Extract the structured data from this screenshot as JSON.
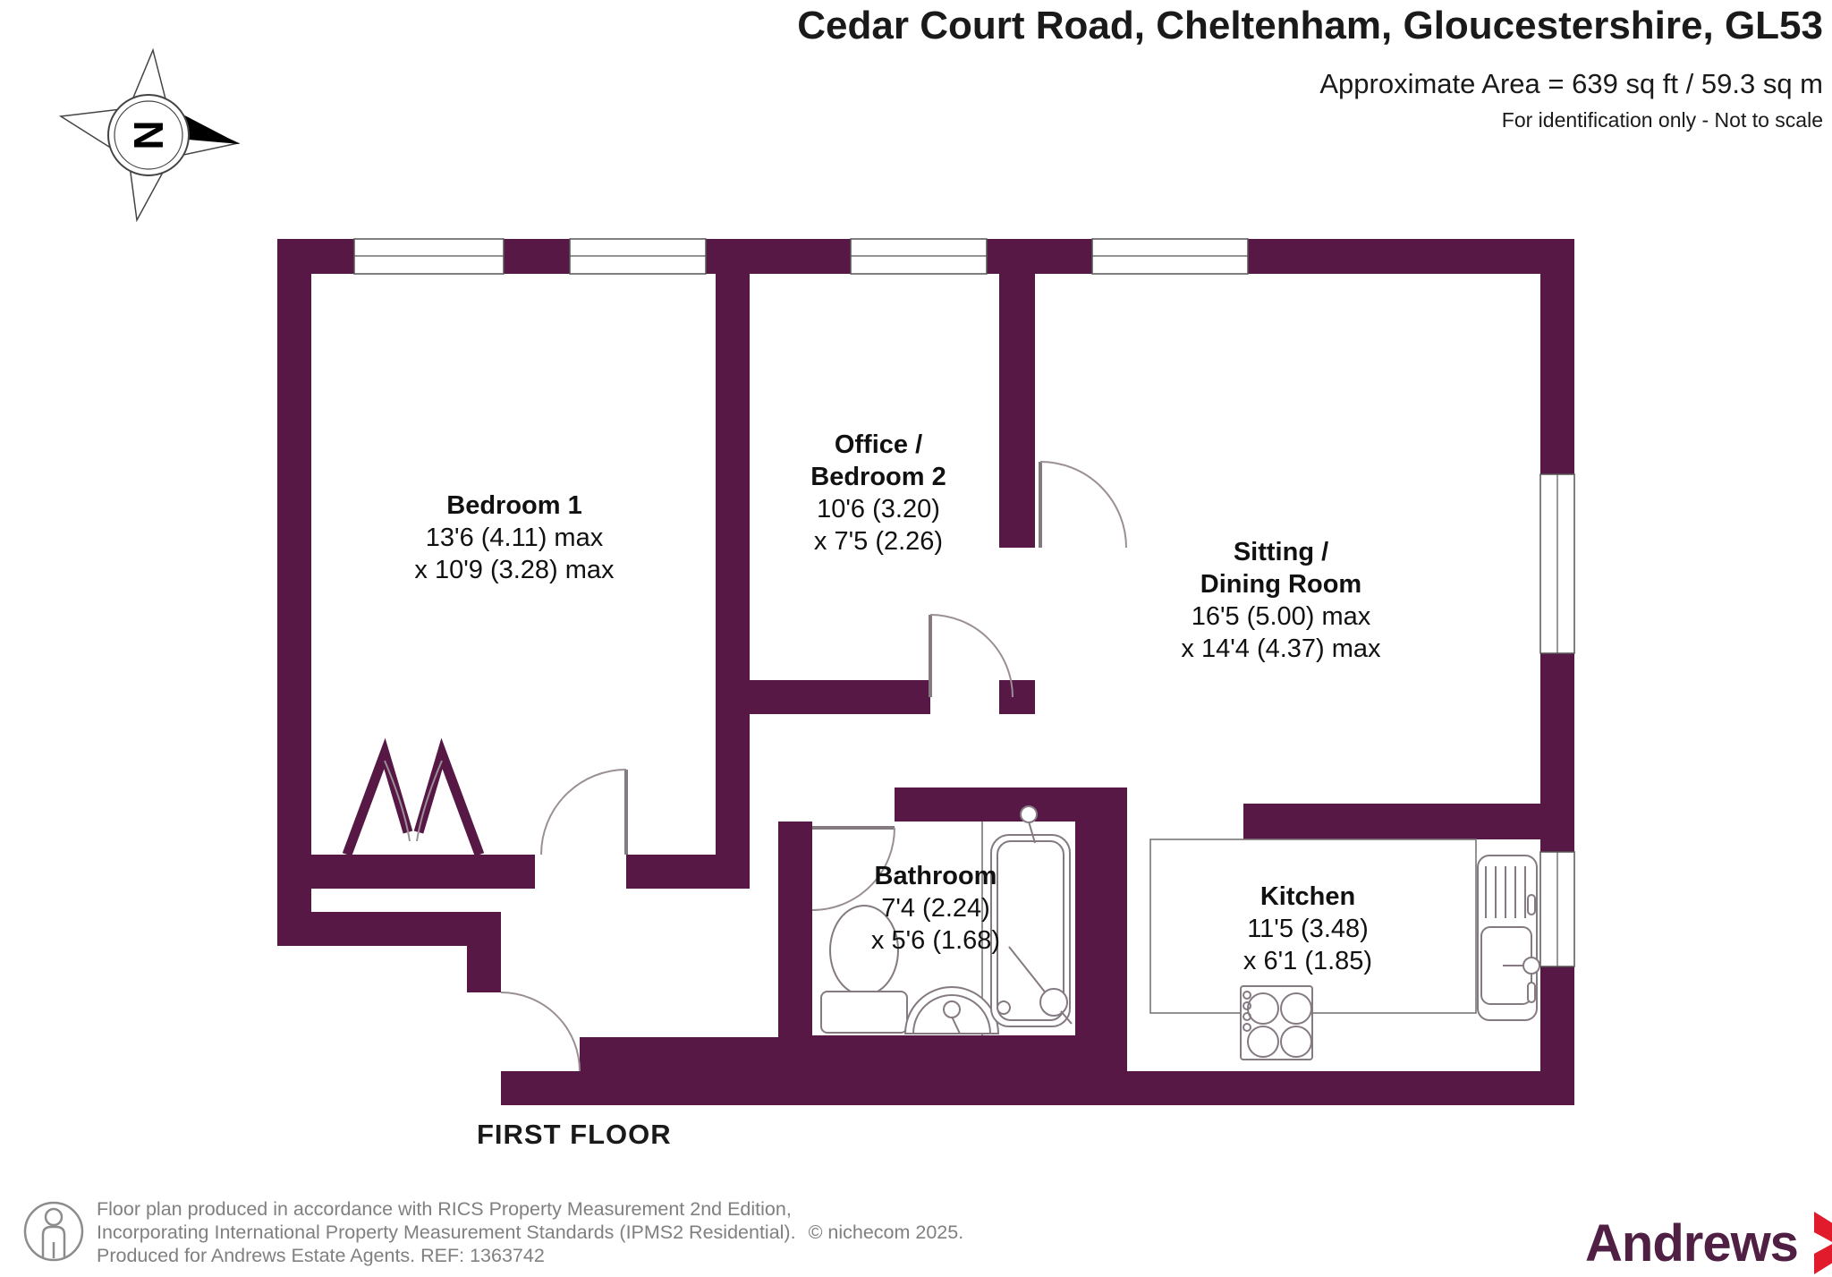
{
  "header": {
    "title": "Cedar Court Road, Cheltenham, Gloucestershire, GL53",
    "area": "Approximate Area = 639 sq ft / 59.3 sq m",
    "note": "For identification only - Not to scale"
  },
  "compass": {
    "north_label": "N"
  },
  "floor_label": "FIRST FLOOR",
  "rooms": {
    "bedroom1": {
      "name1": "Bedroom 1",
      "name2": "",
      "dim1": "13'6 (4.11) max",
      "dim2": "x 10'9 (3.28) max"
    },
    "office": {
      "name1": "Office /",
      "name2": "Bedroom 2",
      "dim1": "10'6 (3.20)",
      "dim2": "x 7'5 (2.26)"
    },
    "sitting": {
      "name1": "Sitting /",
      "name2": "Dining Room",
      "dim1": "16'5 (5.00) max",
      "dim2": "x 14'4 (4.37) max"
    },
    "bathroom": {
      "name1": "Bathroom",
      "name2": "",
      "dim1": "7'4 (2.24)",
      "dim2": "x 5'6 (1.68)"
    },
    "kitchen": {
      "name1": "Kitchen",
      "name2": "",
      "dim1": "11'5 (3.48)",
      "dim2": "x 6'1 (1.85)"
    }
  },
  "footer": {
    "line1": "Floor plan produced in accordance with RICS Property Measurement 2nd Edition,",
    "line2": "Incorporating International Property Measurement Standards (IPMS2 Residential).",
    "copyright": "© nichecom 2025.",
    "line3": "Produced for Andrews Estate Agents.   REF: 1363742"
  },
  "logo": {
    "text": "Andrews"
  },
  "colors": {
    "wall": "#581845",
    "andrews_purple": "#501f44",
    "andrews_red": "#e11b2c",
    "footer_grey": "#808080"
  }
}
